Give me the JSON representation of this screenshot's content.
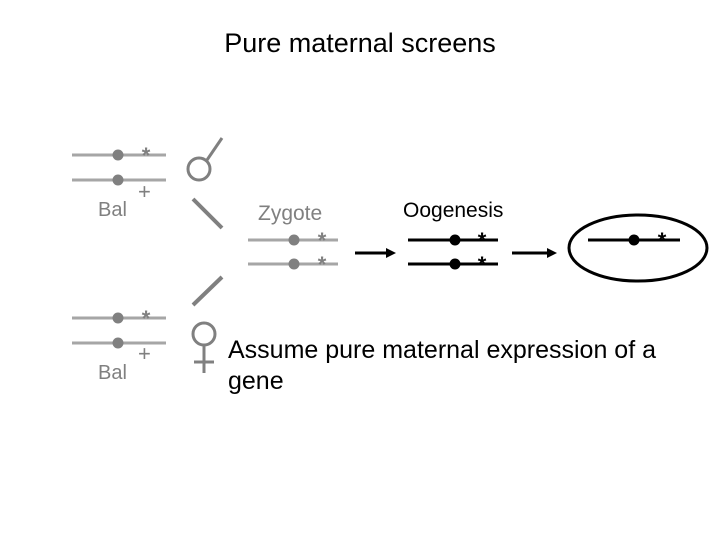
{
  "title": "Pure maternal screens",
  "labels": {
    "balancer_top": "Bal",
    "balancer_bottom": "Bal",
    "wildtype_top": "+",
    "wildtype_bottom": "+",
    "zygote": "Zygote",
    "oogenesis": "Oogenesis"
  },
  "note": "Assume pure maternal expression of a gene",
  "colors": {
    "text": "#000000",
    "gray": "#808080",
    "chromosome_gray": "#a6a6a6",
    "background": "#ffffff"
  },
  "icons": {
    "male": "male-symbol-icon",
    "female": "female-symbol-icon",
    "mutation": "asterisk-mutation-icon",
    "centromere": "filled-dot-icon"
  }
}
